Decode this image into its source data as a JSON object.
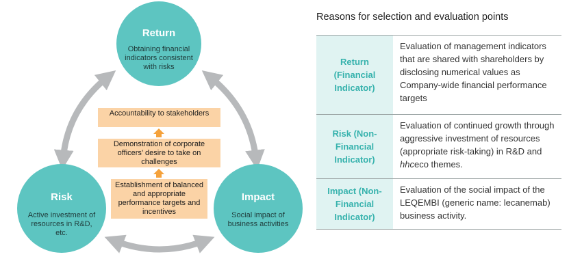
{
  "diagram": {
    "return": {
      "title": "Return",
      "desc": "Obtaining financial indicators consistent with risks"
    },
    "risk": {
      "title": "Risk",
      "desc": "Active investment of resources in R&D, etc."
    },
    "impact": {
      "title": "Impact",
      "desc": "Social impact of business activities"
    },
    "steps": [
      "Accountability to stakeholders",
      "Demonstration of corporate officers’ desire to take on challenges",
      "Establishment of balanced and appropriate performance targets and incentives"
    ],
    "colors": {
      "circle": "#5dc5c1",
      "box": "#fbd3a6",
      "arrow_up": "#f5a23c",
      "cycle_arrow": "#b7b9bb"
    }
  },
  "table": {
    "heading": "Reasons for selection and evaluation points",
    "rows": [
      {
        "category": "Return (Financial Indicator)",
        "desc": "Evaluation of management indicators that are shared with shareholders by disclosing numerical values as Company-wide financial performance targets"
      },
      {
        "category": "Risk (Non-Financial Indicator)",
        "desc_before": "Evaluation of continued growth through aggressive investment of resources (appropriate risk-taking) in R&D and ",
        "desc_italic": "hhc",
        "desc_after": "eco themes."
      },
      {
        "category": "Impact (Non-Financial Indicator)",
        "desc": "Evaluation of the social impact of the LEQEMBI (generic name: lecanemab) business activity."
      }
    ],
    "colors": {
      "category_bg": "#e0f3f2",
      "category_text": "#36b2ad",
      "rule": "#9aa3a3"
    }
  }
}
